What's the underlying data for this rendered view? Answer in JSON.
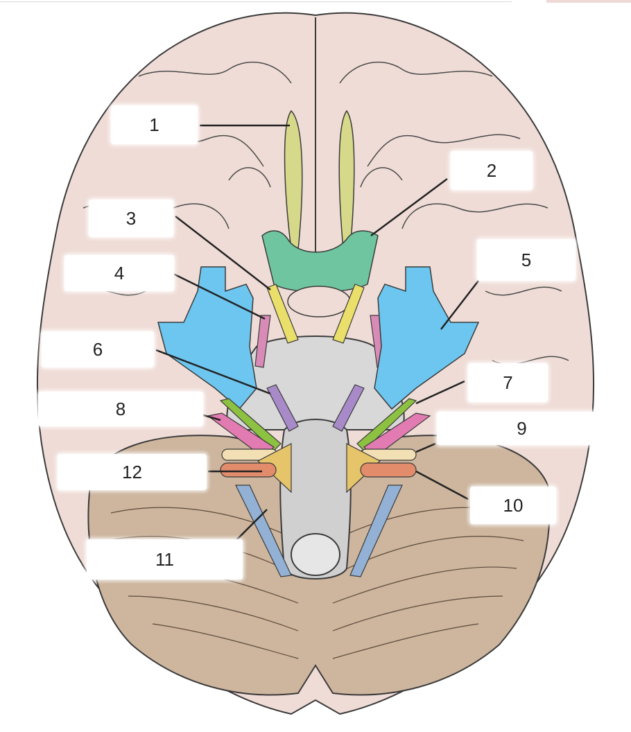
{
  "colors": {
    "cerebrum": "#efdcd6",
    "cerebellum": "#cdb59e",
    "brainstem": "#d8d8d8",
    "olfactory": "#d6d98a",
    "optic": "#6fc59f",
    "oculomotor": "#e9df6a",
    "trochlear": "#d98bb7",
    "trigeminal": "#6cc6ef",
    "abducens": "#a98ac9",
    "facial": "#8cc141",
    "vestibulocochlear": "#e27bb1",
    "glossopharyngeal": "#f3dfb4",
    "vagus": "#e5c46a",
    "accessory": "#e28c6c",
    "hypoglossal": "#93b1d5"
  },
  "labels": [
    {
      "id": "1",
      "text": "1"
    },
    {
      "id": "2",
      "text": "2"
    },
    {
      "id": "3",
      "text": "3"
    },
    {
      "id": "4",
      "text": "4"
    },
    {
      "id": "5",
      "text": "5"
    },
    {
      "id": "6",
      "text": "6"
    },
    {
      "id": "7",
      "text": "7"
    },
    {
      "id": "8",
      "text": "8"
    },
    {
      "id": "9",
      "text": "9"
    },
    {
      "id": "10",
      "text": "10"
    },
    {
      "id": "11",
      "text": "11"
    },
    {
      "id": "12",
      "text": "12"
    }
  ]
}
